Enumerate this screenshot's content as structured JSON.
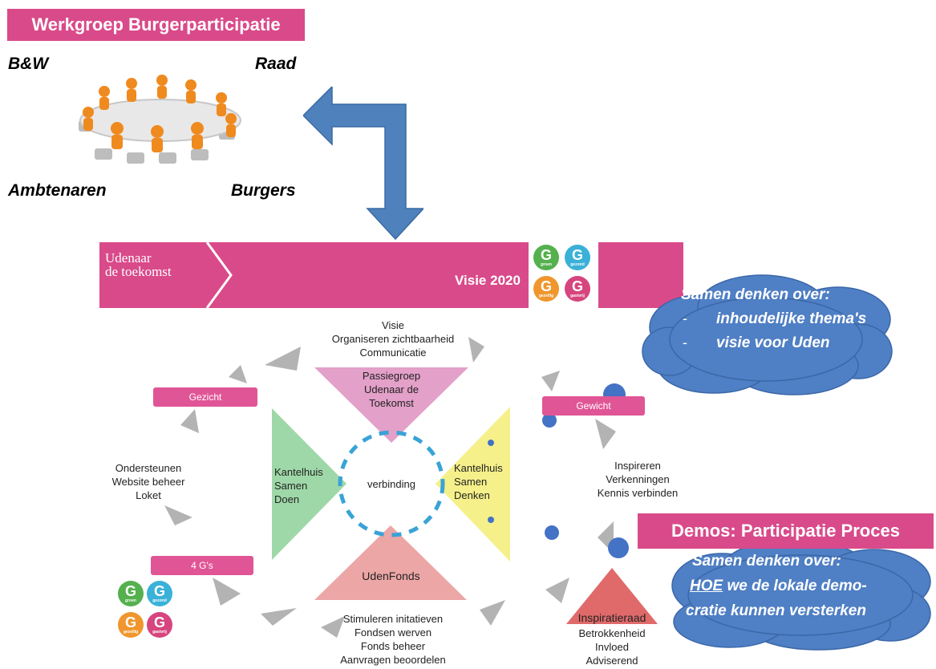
{
  "header": {
    "title": "Werkgroep Burgerparticipatie"
  },
  "roles": {
    "bw": "B&W",
    "raad": "Raad",
    "ambtenaren": "Ambtenaren",
    "burgers": "Burgers"
  },
  "banner": {
    "line1": "Udenaar",
    "line2": "de toekomst",
    "visie": "Visie 2020"
  },
  "cloud_top": {
    "title": "Samen denken over:",
    "item1": "inhoudelijke thema's",
    "item2": "visie voor Uden",
    "dash": "-"
  },
  "demos": {
    "title": "Demos: Participatie Proces"
  },
  "cloud_bottom": {
    "line1": "Samen denken over:",
    "line2_u": "HOE",
    "line2_rest": " we de lokale demo-",
    "line3": "cratie kunnen versterken"
  },
  "nodes": {
    "top_text": [
      "Visie",
      "Organiseren zichtbaarheid",
      "Communicatie"
    ],
    "passiegroep": [
      "Passiegroep",
      "Udenaar de",
      "Toekomst"
    ],
    "gezicht": "Gezicht",
    "gewicht": "Gewicht",
    "left_text": [
      "Ondersteunen",
      "Website beheer",
      "Loket"
    ],
    "kantel_doen": [
      "Kantelhuis",
      "Samen",
      "Doen"
    ],
    "verbinding": "verbinding",
    "kantel_denken": [
      "Kantelhuis",
      "Samen",
      "Denken"
    ],
    "right_text": [
      "Inspireren",
      "Verkenningen",
      "Kennis verbinden"
    ],
    "fourg": "4 G's",
    "udenfonds": "UdenFonds",
    "bottom_text": [
      "Stimuleren initatieven",
      "Fondsen werven",
      "Fonds beheer",
      "Aanvragen beoordelen"
    ],
    "inspiratieraad": "Inspiratieraad",
    "inspiratie_text": [
      "Betrokkenheid",
      "Invloed",
      "Adviserend"
    ]
  },
  "badges": {
    "letter": "G",
    "labels": [
      "groen",
      "gezond",
      "gezellig",
      "gastvrij"
    ]
  },
  "colors": {
    "magenta": "#d94a8a",
    "cloud": "#4f7fc4",
    "arrow": "#4f81bd",
    "green": "#9fd8a8",
    "yellow": "#f5f08a",
    "pink_tri": "#e3a0c8",
    "salmon": "#eca6a6",
    "red_tri": "#e06a6a"
  }
}
